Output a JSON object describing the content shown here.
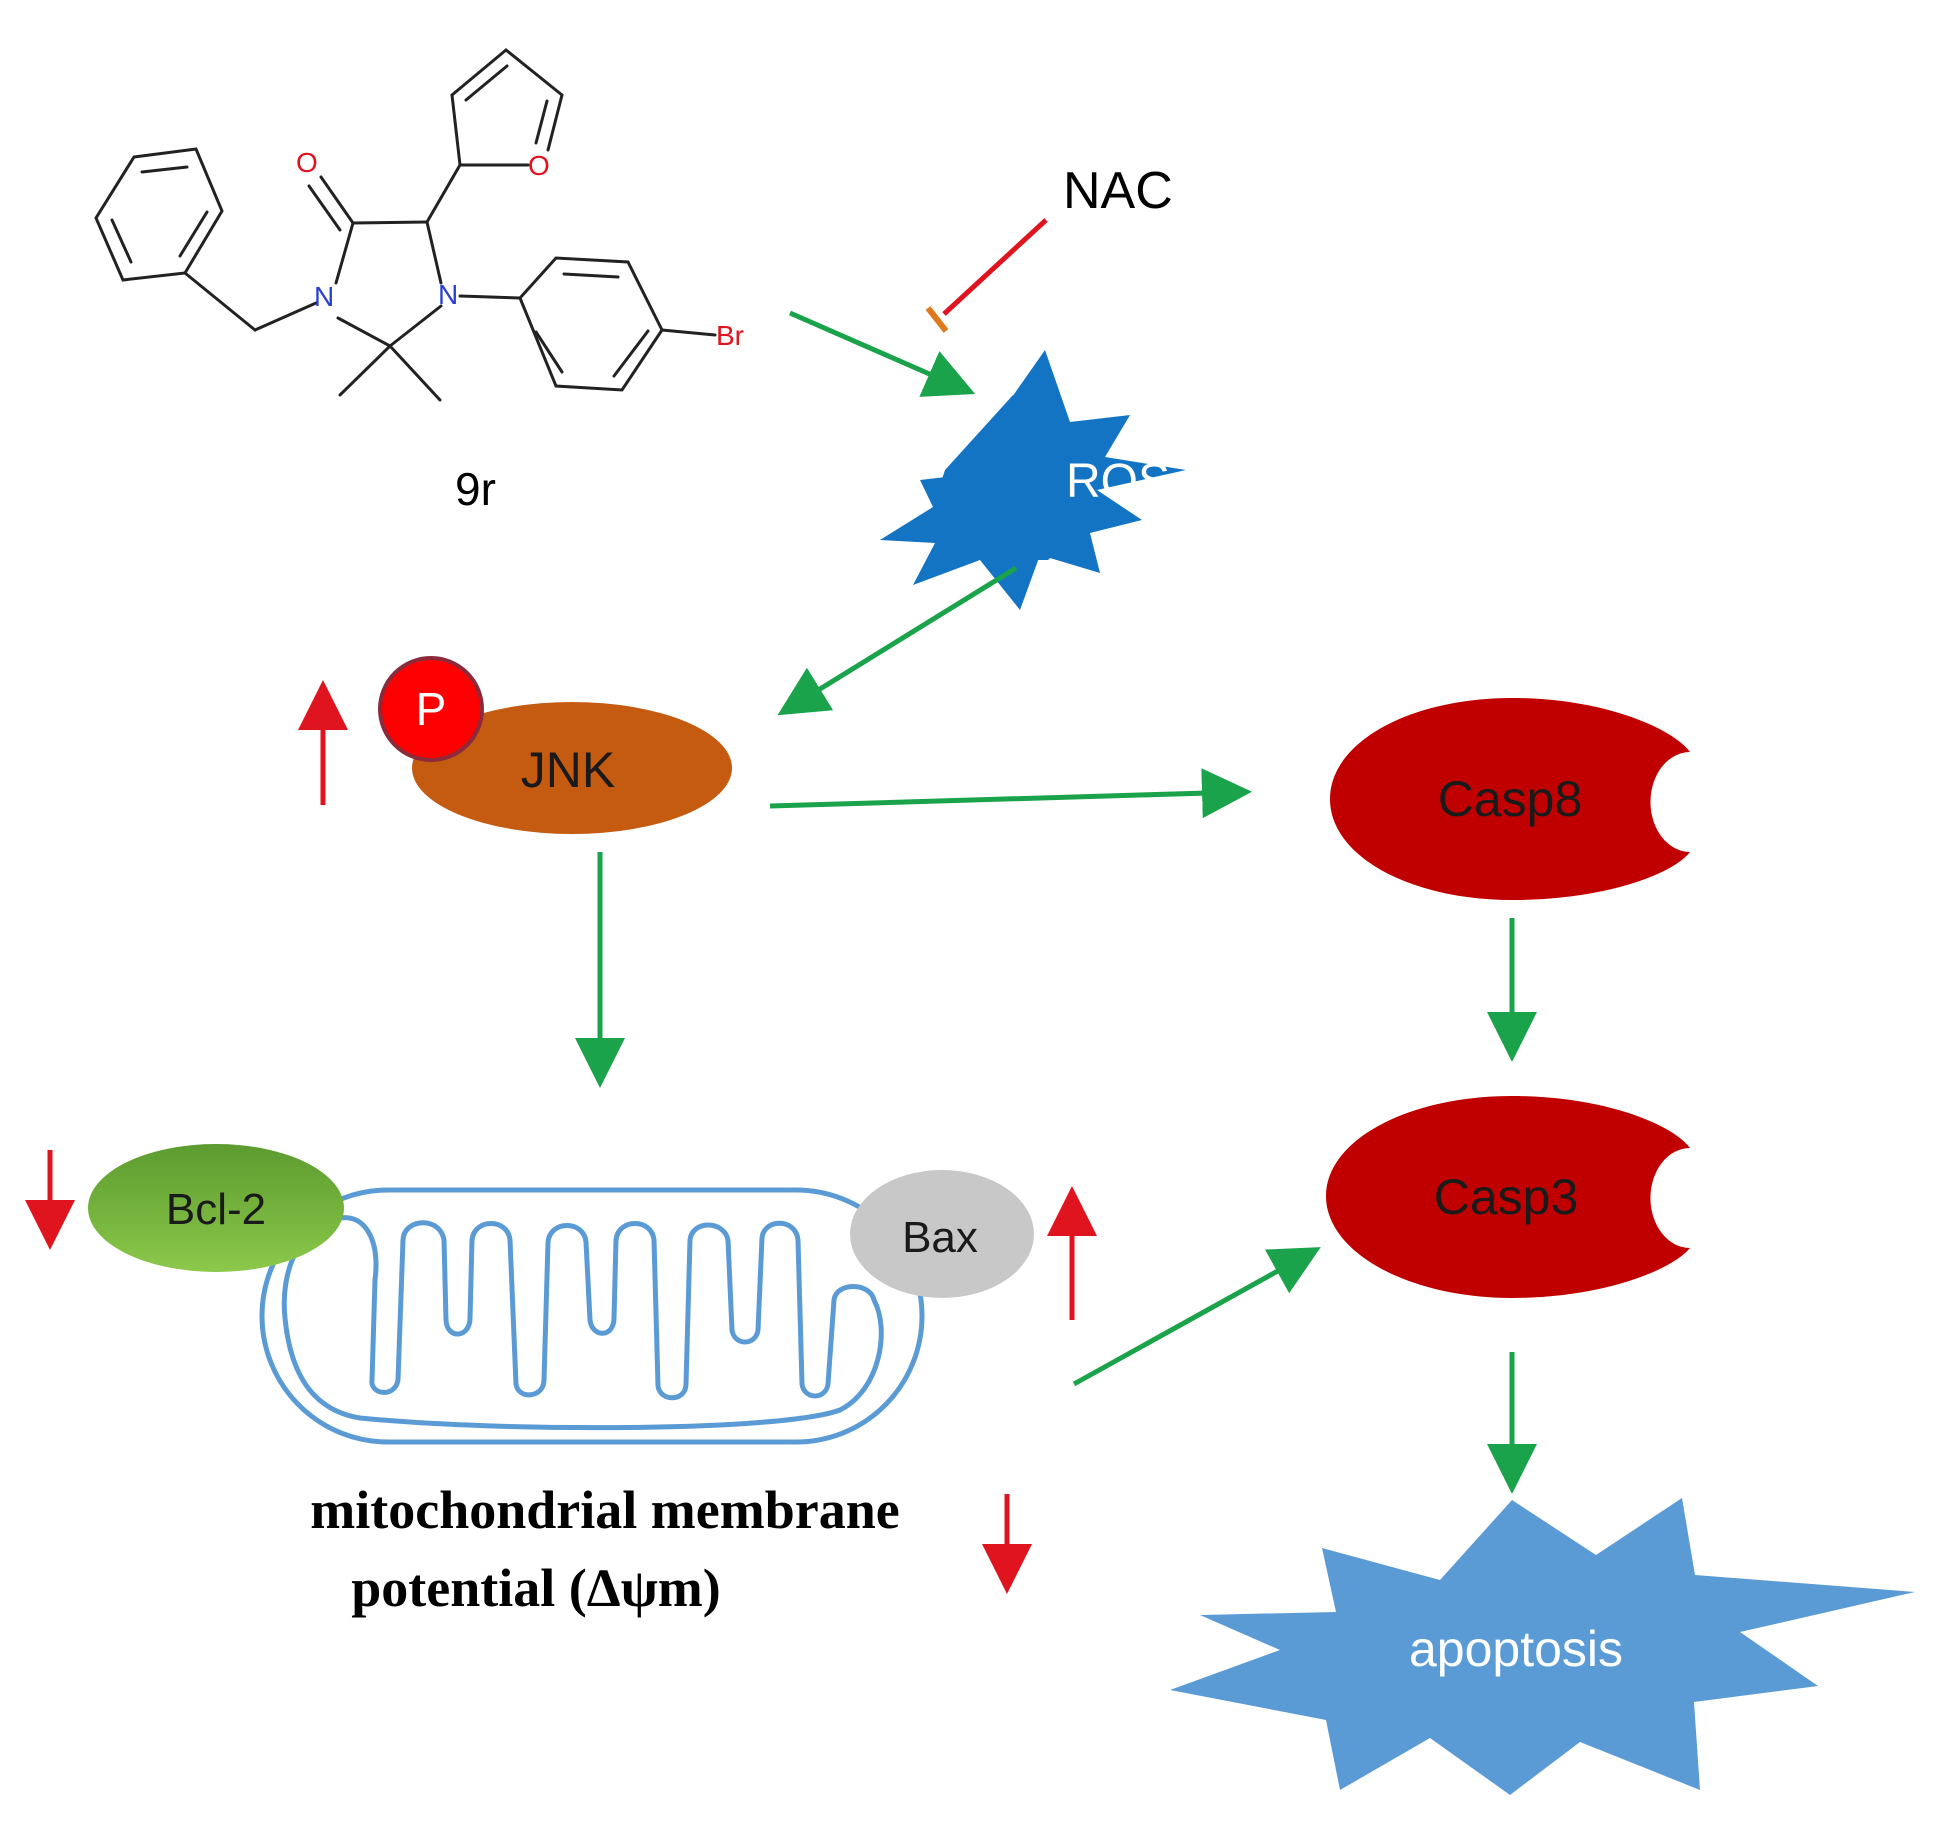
{
  "compound": {
    "label": "9r",
    "atoms": {
      "oxygen_carbonyl": "O",
      "oxygen_furan": "O",
      "nitrogen_1": "N",
      "nitrogen_2": "N",
      "bromine": "Br"
    }
  },
  "inhibitor": {
    "label": "NAC"
  },
  "ros": {
    "label": "ROS"
  },
  "jnk": {
    "label": "JNK",
    "phospho_label": "P"
  },
  "casp8": {
    "label": "Casp8"
  },
  "casp3": {
    "label": "Casp3"
  },
  "bcl2": {
    "label": "Bcl-2"
  },
  "bax": {
    "label": "Bax"
  },
  "mito": {
    "caption_line1": "mitochondrial membrane",
    "caption_line2": "potential (Δψm)"
  },
  "apoptosis": {
    "label": "apoptosis"
  },
  "colors": {
    "activation_arrow": "#1aa34a",
    "regulation_arrow": "#e0141e",
    "inhibition_bar": "#e0781e",
    "ros_fill": "#1374c4",
    "apoptosis_fill": "#5b9bd5",
    "jnk_fill": "#c55a11",
    "phospho_fill": "#ff0000",
    "caspase_fill": "#c00000",
    "bcl2_fill": "#6fb53c",
    "bax_fill": "#c8c8c8",
    "mito_stroke": "#5b9bd5"
  }
}
